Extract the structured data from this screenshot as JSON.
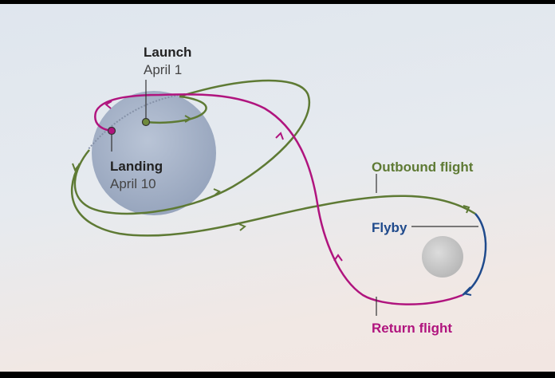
{
  "labels": {
    "launch_title": "Launch",
    "launch_date": "April 1",
    "landing_title": "Landing",
    "landing_date": "April 10",
    "outbound": "Outbound flight",
    "flyby": "Flyby",
    "return": "Return flight"
  },
  "colors": {
    "outbound": "#5e7a34",
    "flyby": "#1f4a8c",
    "return": "#b0147e",
    "earth": "#a7b4c8",
    "moon": "#c9c9c9",
    "text": "#333333"
  }
}
